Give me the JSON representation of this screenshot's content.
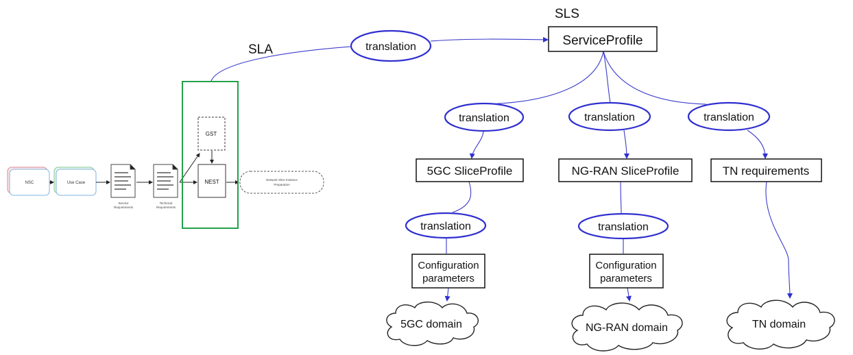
{
  "labels": {
    "sls": "SLS",
    "sla": "SLA"
  },
  "top": {
    "translation": "translation",
    "service_profile": "ServiceProfile"
  },
  "branches": [
    {
      "translation": "translation",
      "slice_profile": "5GC SliceProfile",
      "translation2": "translation",
      "config_line1": "Configuration",
      "config_line2": "parameters",
      "domain": "5GC domain"
    },
    {
      "translation": "translation",
      "slice_profile": "NG-RAN SliceProfile",
      "translation2": "translation",
      "config_line1": "Configuration",
      "config_line2": "parameters",
      "domain": "NG-RAN domain"
    },
    {
      "translation": "translation",
      "slice_profile": "TN requirements",
      "domain": "TN domain"
    }
  ],
  "flow": {
    "nsc": "NSC",
    "use_case": "Use Case",
    "service_req_line1": "Service",
    "service_req_line2": "Requirements",
    "technical_req_line1": "Technical",
    "technical_req_line2": "Requirements",
    "gst": "GST",
    "nest": "NEST",
    "nsi_prep_line1": "Network Slice Instance",
    "nsi_prep_line2": "Preparation"
  },
  "colors": {
    "connector": "#3a3acc",
    "ellipse_stroke": "#2f2fd0",
    "highlight_box": "#22a04a"
  }
}
